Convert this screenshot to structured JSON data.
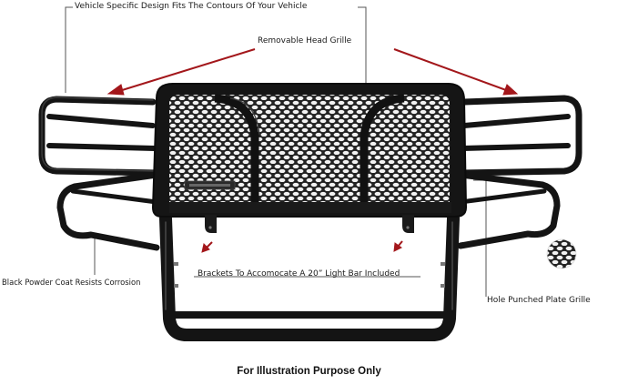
{
  "labels": {
    "vehicle_specific": "Vehicle Specific Design Fits The Contours Of Your Vehicle",
    "removable_grille": "Removable Head Grille",
    "brackets": "Brackets To Accomocate A 20” Light Bar Included",
    "powder_coat": "Black Powder Coat Resists Corrosion",
    "hole_punched": "Hole Punched Plate Grille"
  },
  "footer": "For Illustration Purpose Only",
  "colors": {
    "arrow": "#a3171b",
    "steel": "#141414",
    "callout_line": "#555555",
    "background": "#ffffff"
  }
}
